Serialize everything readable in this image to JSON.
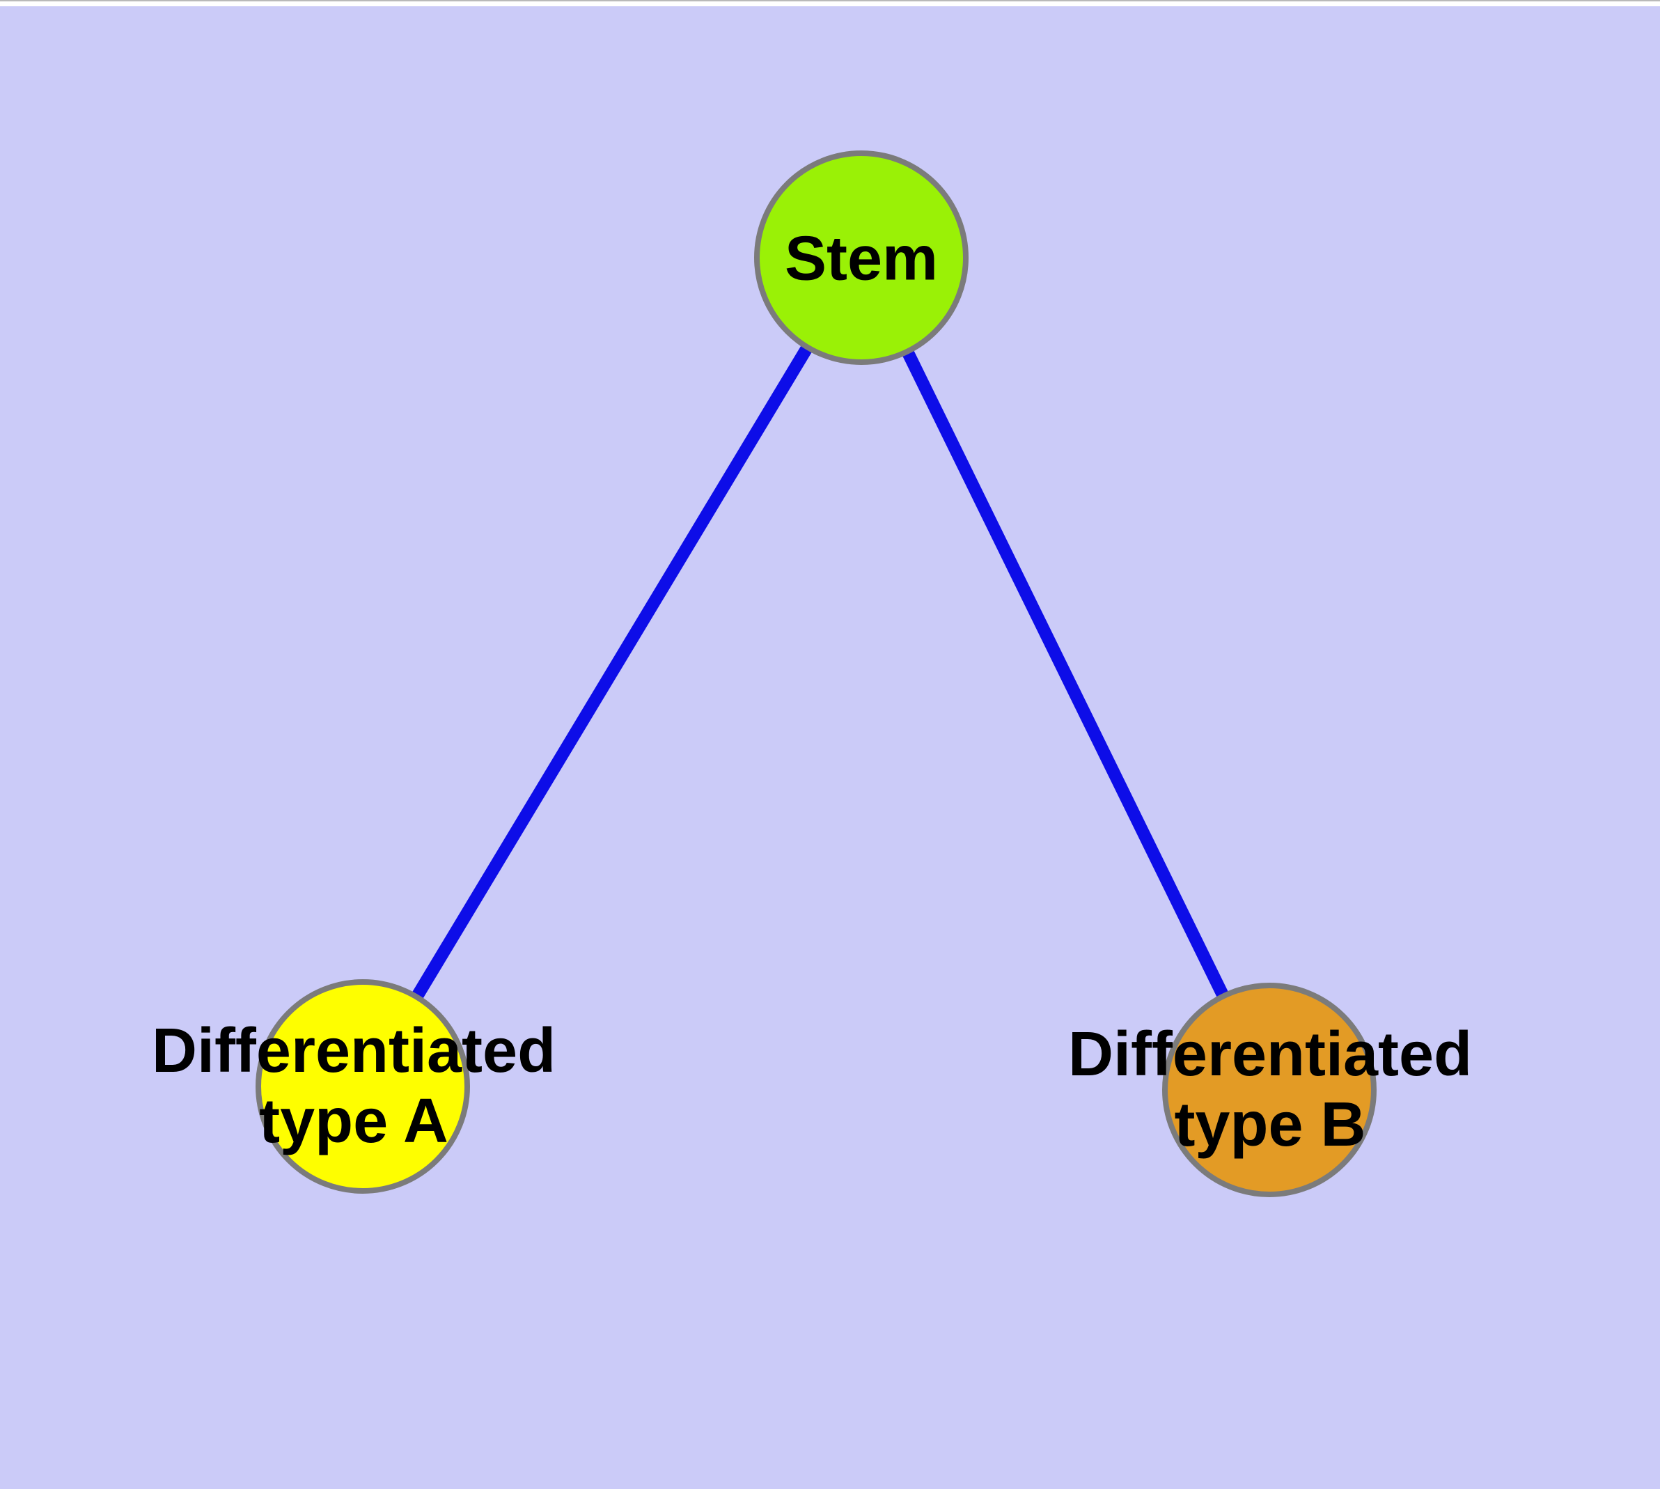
{
  "figure": {
    "background_color": "#cbcbf8",
    "top_strip_color": "#ffffff",
    "top_strip_border_color": "#b9b9b9"
  },
  "graph": {
    "type": "undirected-tree",
    "edge_color": "#0d0de8",
    "node_border_color": "#7b7b7b",
    "label_color": "#000000",
    "nodes": [
      {
        "id": "stem",
        "label": "Stem",
        "fill": "#9af106"
      },
      {
        "id": "differentiated-type-a",
        "label": "Differentiated\ntype A",
        "fill": "#fefe00"
      },
      {
        "id": "differentiated-type-b",
        "label": "Differentiated\ntype B",
        "fill": "#e39b25"
      }
    ],
    "edges": [
      {
        "from": "stem",
        "to": "differentiated-type-a"
      },
      {
        "from": "stem",
        "to": "differentiated-type-b"
      }
    ]
  }
}
